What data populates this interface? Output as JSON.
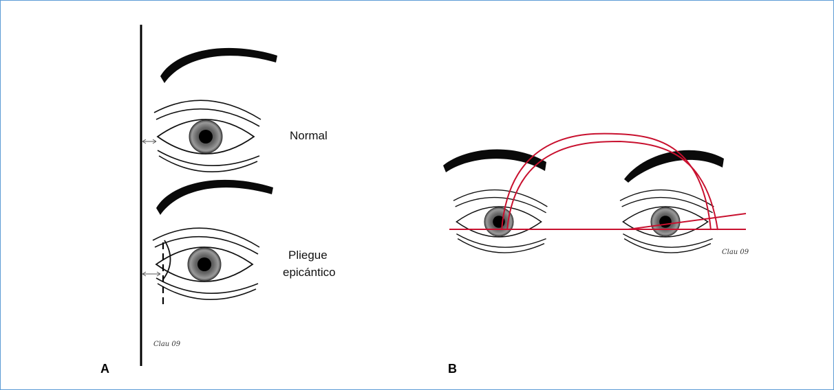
{
  "panel_a": {
    "label": "A",
    "eye_normal_label": "Normal",
    "eye_fold_label_line1": "Pliegue",
    "eye_fold_label_line2": "epicántico",
    "signature": "Clau 09"
  },
  "panel_b": {
    "label": "B",
    "signature": "Clau 09"
  },
  "colors": {
    "ink": "#111111",
    "iris_outer": "#8a8a8a",
    "iris_inner": "#4a4a4a",
    "pupil": "#000000",
    "measure_lines": "#c8102e",
    "frame_border": "#5b9bd5"
  },
  "icons": [
    "eyebrow-icon",
    "eye-icon",
    "double-arrow-icon"
  ]
}
